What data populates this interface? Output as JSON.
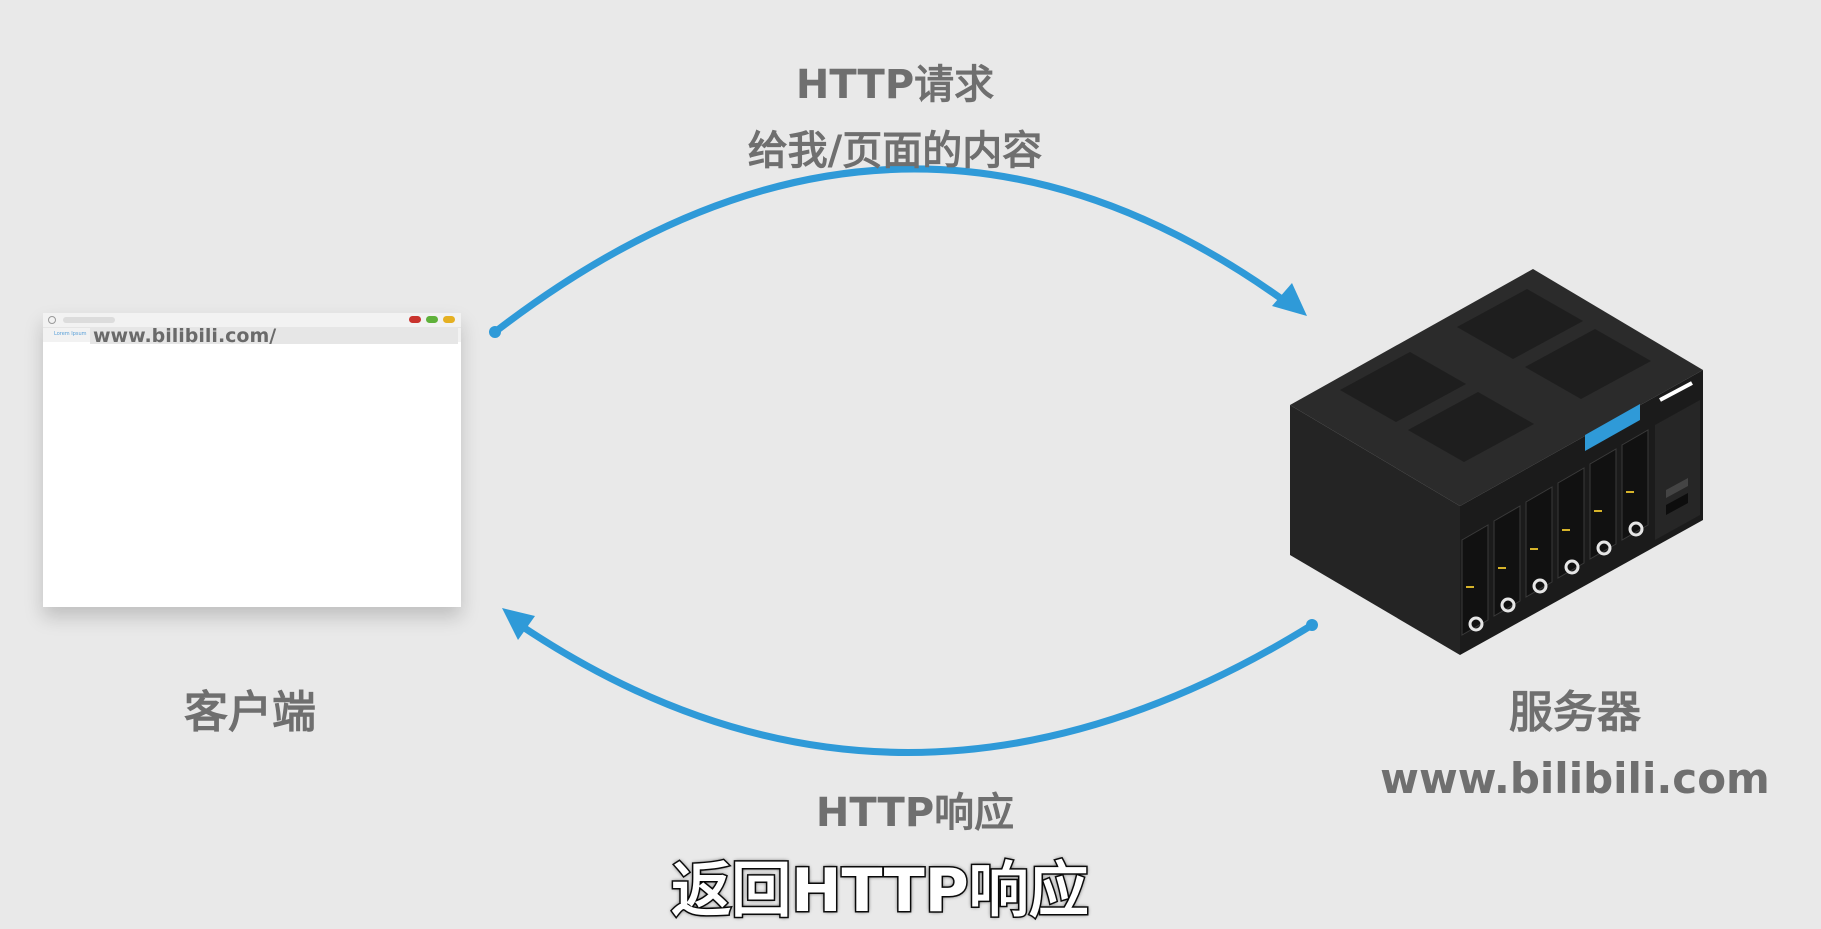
{
  "request": {
    "title": "HTTP请求",
    "body": "给我/页面的内容"
  },
  "response": {
    "title": "HTTP响应"
  },
  "client": {
    "label": "客户端",
    "browser": {
      "address": "www.bilibili.com/",
      "tab_text": "Lorem Ipsum"
    }
  },
  "server": {
    "label": "服务器",
    "domain": "www.bilibili.com"
  },
  "subtitle": "返回HTTP响应",
  "colors": {
    "arrow": "#2f9ad8",
    "label": "#6f6f6f",
    "background": "#e9e9e9"
  }
}
